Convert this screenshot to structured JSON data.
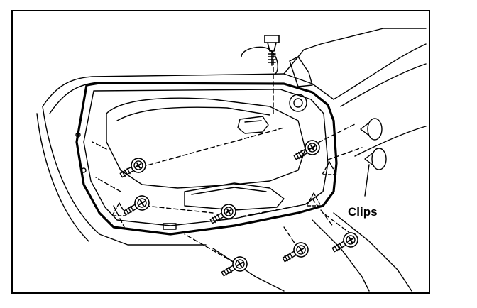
{
  "diagram": {
    "callouts": {
      "clips_label": "Clips"
    },
    "colors": {
      "ink": "#000000",
      "background": "#ffffff"
    },
    "parts": [
      "door-panel",
      "mirror-bolt",
      "screw",
      "clip"
    ]
  }
}
